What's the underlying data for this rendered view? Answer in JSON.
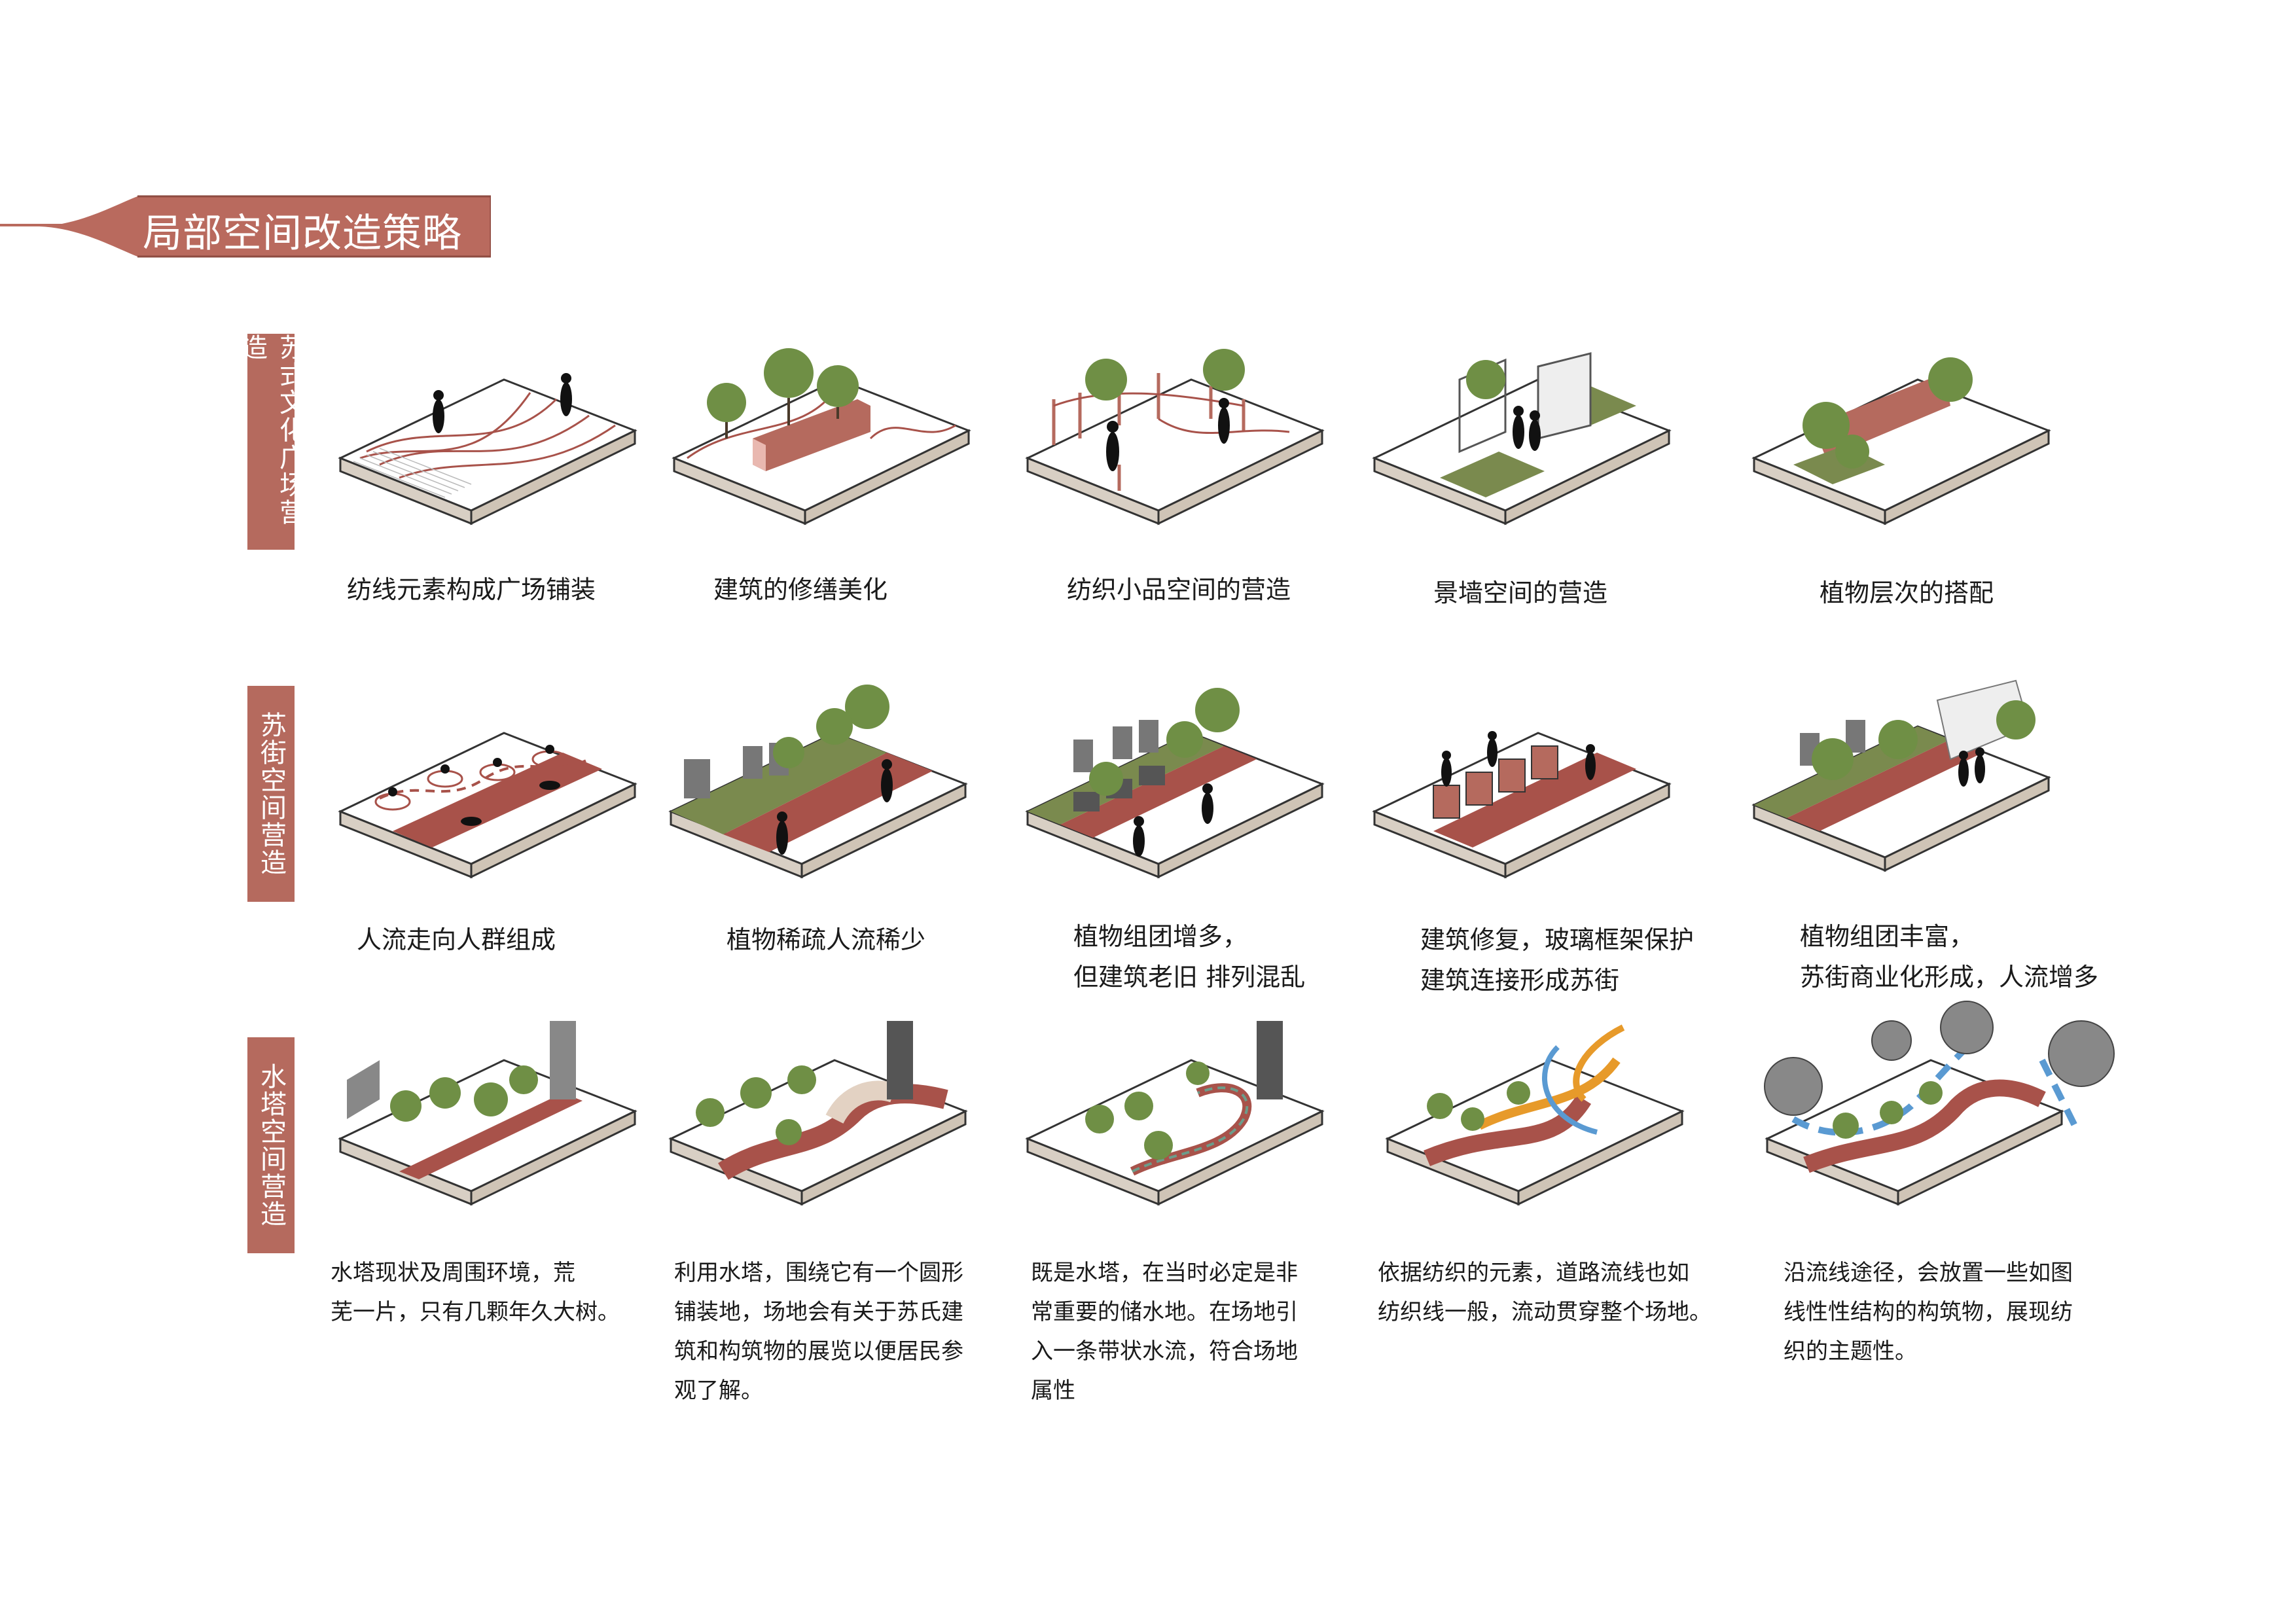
{
  "title": "局部空间改造策略",
  "colors": {
    "accent": "#b56a5e",
    "road": "#a8524a",
    "grass": "#7a8a4e",
    "tree": "#6f8f45",
    "slab_side": "#d8cfc4"
  },
  "rows": [
    {
      "label": "苏式文化广场营造",
      "items": [
        {
          "caption_lines": [
            "纺线元素构成广场铺装"
          ],
          "icon": "plaza-paving-diagram"
        },
        {
          "caption_lines": [
            "建筑的修缮美化"
          ],
          "icon": "building-repair-diagram"
        },
        {
          "caption_lines": [
            "纺织小品空间的营造"
          ],
          "icon": "textile-installation-diagram"
        },
        {
          "caption_lines": [
            "景墙空间的营造"
          ],
          "icon": "landscape-wall-diagram"
        },
        {
          "caption_lines": [
            "植物层次的搭配"
          ],
          "icon": "plant-layering-diagram"
        }
      ]
    },
    {
      "label": "苏街空间营造",
      "items": [
        {
          "caption_lines": [
            "人流走向人群组成"
          ],
          "icon": "pedestrian-flow-diagram"
        },
        {
          "caption_lines": [
            "植物稀疏人流稀少"
          ],
          "icon": "sparse-planting-diagram"
        },
        {
          "caption_lines": [
            "植物组团增多，",
            "但建筑老旧 排列混乱"
          ],
          "icon": "old-buildings-diagram"
        },
        {
          "caption_lines": [
            "建筑修复，玻璃框架保护",
            "建筑连接形成苏街"
          ],
          "icon": "glass-frame-diagram"
        },
        {
          "caption_lines": [
            "植物组团丰富，",
            "苏街商业化形成，人流增多"
          ],
          "icon": "commercial-street-diagram"
        }
      ]
    },
    {
      "label": "水塔空间营造",
      "items": [
        {
          "desc_lines": [
            "水塔现状及周围环境，荒",
            "芜一片，只有几颗年久大树。"
          ],
          "icon": "water-tower-current-diagram"
        },
        {
          "desc_lines": [
            "利用水塔，围绕它有一个圆形",
            "铺装地，场地会有关于苏氏建",
            "筑和构筑物的展览以便居民参",
            "观了解。"
          ],
          "icon": "round-paving-diagram"
        },
        {
          "desc_lines": [
            "既是水塔，在当时必定是非",
            "常重要的储水地。在场地引",
            "入一条带状水流，符合场地",
            "属性"
          ],
          "icon": "water-stream-diagram"
        },
        {
          "desc_lines": [
            "依据纺织的元素，道路流线也如",
            "纺织线一般，流动贯穿整个场地。"
          ],
          "icon": "textile-path-diagram"
        },
        {
          "desc_lines": [
            "沿流线途径，会放置一些如图",
            "线性性结构的构筑物，展现纺",
            "织的主题性。"
          ],
          "icon": "linear-structures-diagram"
        }
      ]
    }
  ]
}
